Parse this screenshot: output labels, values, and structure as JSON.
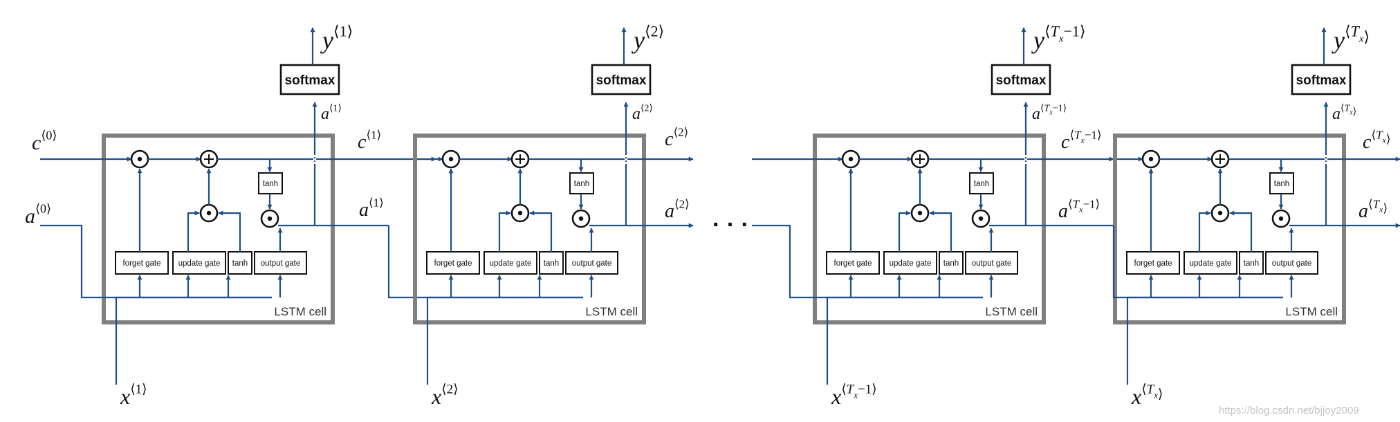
{
  "diagram": {
    "ellipsis": "· · ·",
    "watermark": "https://blog.csdn.net/bjjoy2009",
    "colors": {
      "flow": "#1f4e8a",
      "cell_border": "#808080",
      "box_border": "#111111"
    },
    "cells": [
      {
        "cell_label": "LSTM cell",
        "softmax": "softmax",
        "tanh": "tanh",
        "gates": [
          "forget gate",
          "update gate",
          "tanh",
          "output gate"
        ],
        "c_in": {
          "base": "c",
          "sup": "0"
        },
        "a_in": {
          "base": "a",
          "sup": "0"
        },
        "c_out": {
          "base": "c",
          "sup": "1"
        },
        "a_out": {
          "base": "a",
          "sup": "1"
        },
        "a_up": {
          "base": "a",
          "sup": "1"
        },
        "x": {
          "base": "x",
          "sup": "1"
        },
        "y": {
          "base": "y",
          "sup": "1"
        }
      },
      {
        "cell_label": "LSTM cell",
        "softmax": "softmax",
        "tanh": "tanh",
        "gates": [
          "forget gate",
          "update gate",
          "tanh",
          "output gate"
        ],
        "c_out": {
          "base": "c",
          "sup": "2"
        },
        "a_out": {
          "base": "a",
          "sup": "2"
        },
        "a_up": {
          "base": "a",
          "sup": "2"
        },
        "x": {
          "base": "x",
          "sup": "2"
        },
        "y": {
          "base": "y",
          "sup": "2"
        }
      },
      {
        "cell_label": "LSTM cell",
        "softmax": "softmax",
        "tanh": "tanh",
        "gates": [
          "forget gate",
          "update gate",
          "tanh",
          "output gate"
        ],
        "c_out": {
          "base": "c",
          "sup": "T",
          "sub": "x",
          "tail": "−1"
        },
        "a_out": {
          "base": "a",
          "sup": "T",
          "sub": "x",
          "tail": "−1"
        },
        "a_up": {
          "base": "a",
          "sup": "T",
          "sub": "x",
          "tail": "−1"
        },
        "x": {
          "base": "x",
          "sup": "T",
          "sub": "x",
          "tail": "−1"
        },
        "y": {
          "base": "y",
          "sup": "T",
          "sub": "x",
          "tail": "−1"
        }
      },
      {
        "cell_label": "LSTM cell",
        "softmax": "softmax",
        "tanh": "tanh",
        "gates": [
          "forget gate",
          "update gate",
          "tanh",
          "output gate"
        ],
        "c_out": {
          "base": "c",
          "sup": "T",
          "sub": "x",
          "tail": ""
        },
        "a_out": {
          "base": "a",
          "sup": "T",
          "sub": "x",
          "tail": ""
        },
        "a_up": {
          "base": "a",
          "sup": "T",
          "sub": "x",
          "tail": ""
        },
        "x": {
          "base": "x",
          "sup": "T",
          "sub": "x",
          "tail": ""
        },
        "y": {
          "base": "y",
          "sup": "T",
          "sub": "x",
          "tail": ""
        }
      }
    ]
  }
}
